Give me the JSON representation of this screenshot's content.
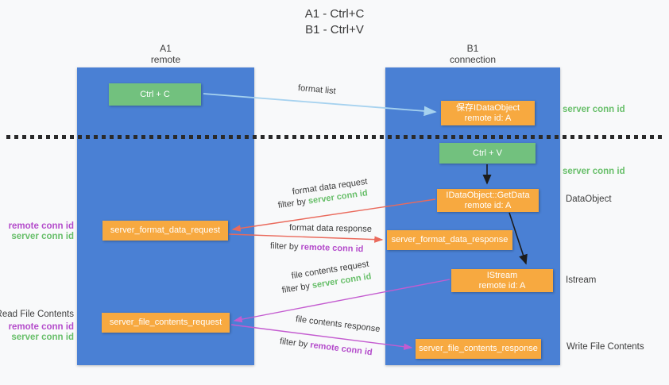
{
  "title": {
    "line1": "A1 - Ctrl+C",
    "line2": "B1 - Ctrl+V"
  },
  "lanes": {
    "left": {
      "id": "A1",
      "sub": "remote"
    },
    "right": {
      "id": "B1",
      "sub": "connection"
    }
  },
  "nodes": {
    "ctrl_c": {
      "label": "Ctrl + C"
    },
    "ctrl_v": {
      "label": "Ctrl + V"
    },
    "save_dataobject": {
      "line1": "保存IDataObject",
      "line2": "remote id: A"
    },
    "getdata": {
      "line1": "IDataObject::GetData",
      "line2": "remote id: A"
    },
    "istream": {
      "line1": "IStream",
      "line2": "remote id: A"
    },
    "format_request": {
      "label": "server_format_data_request"
    },
    "format_response": {
      "label": "server_format_data_response"
    },
    "file_request": {
      "label": "server_file_contents_request"
    },
    "file_response": {
      "label": "server_file_contents_response"
    }
  },
  "arrows": {
    "format_list": {
      "label": "format list"
    },
    "format_data_request": {
      "label": "format data request",
      "filter_prefix": "filter by",
      "filter_key": "server conn id"
    },
    "format_data_response": {
      "label": "format data response",
      "filter_prefix": "filter by",
      "filter_key": "remote conn id"
    },
    "file_contents_request": {
      "label": "file contents request",
      "filter_prefix": "filter by",
      "filter_key": "server conn id"
    },
    "file_contents_response": {
      "label": "file contents response",
      "filter_prefix": "filter by",
      "filter_key": "remote conn id"
    }
  },
  "annotations": {
    "server_conn_id_top": "server conn id",
    "server_conn_id_mid": "server conn id",
    "dataobject": "DataObject",
    "istream": "Istream",
    "write_file_contents": "Write File Contents",
    "read_file_contents": "Read File Contents",
    "format_req_remote": "remote conn id",
    "format_req_server": "server conn id",
    "file_req_remote": "remote conn id",
    "file_req_server": "server conn id"
  },
  "colors": {
    "lane_blue": "#4a80d4",
    "node_green": "#72c17e",
    "node_orange": "#f7a940",
    "text_green": "#68bf6a",
    "text_purple": "#b44ccb",
    "arrow_red": "#ea6a5c",
    "arrow_purple": "#c45cd0",
    "arrow_lightblue": "#a6d2ef"
  }
}
